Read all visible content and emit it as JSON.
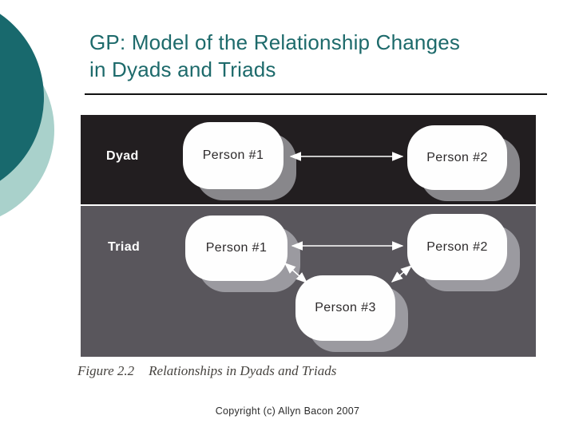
{
  "header": {
    "title_lines": [
      "GP: Model of the Relationship Changes",
      "in Dyads and Triads"
    ]
  },
  "figure": {
    "rows": [
      {
        "label": "Dyad",
        "persons": [
          "Person #1",
          "Person #2"
        ]
      },
      {
        "label": "Triad",
        "persons": [
          "Person #1",
          "Person #2",
          "Person #3"
        ]
      }
    ],
    "relationships": [
      {
        "row": "Dyad",
        "from": "Person #1",
        "to": "Person #2",
        "bidirectional": true
      },
      {
        "row": "Triad",
        "from": "Person #1",
        "to": "Person #2",
        "bidirectional": true
      },
      {
        "row": "Triad",
        "from": "Person #1",
        "to": "Person #3",
        "bidirectional": true
      },
      {
        "row": "Triad",
        "from": "Person #2",
        "to": "Person #3",
        "bidirectional": true
      }
    ],
    "caption": {
      "number": "Figure 2.2",
      "title": "Relationships in Dyads and Triads"
    }
  },
  "footer": {
    "copyright": "Copyright (c) Allyn Bacon 2007"
  },
  "colors": {
    "title_teal": "#1d6a6b",
    "underline": "#111111",
    "circle_dark": "#18696d",
    "circle_light": "#a9d1cb",
    "band_black": "#221e20",
    "band_gray": "#59565c",
    "box_white": "#fefefe",
    "shadow_dark_band": "#88878b",
    "shadow_gray_band": "#9b9aa0",
    "person_text": "#2d2a2b",
    "arrow_white": "#ffffff",
    "caption_text": "#46433f",
    "footer_text": "#2b2b2b"
  }
}
